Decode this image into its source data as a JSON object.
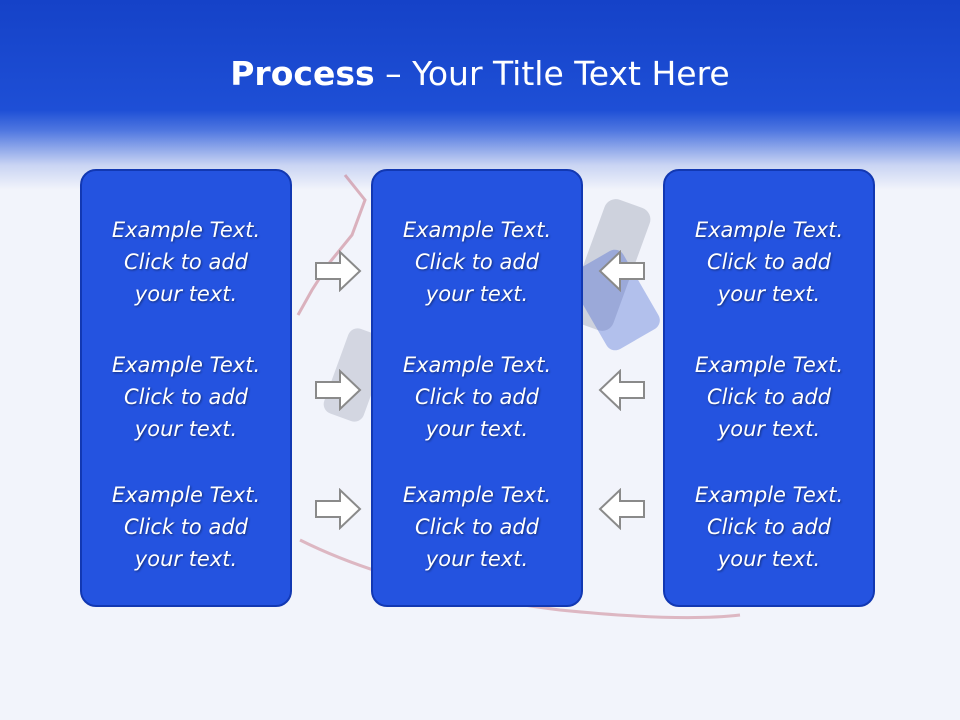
{
  "slide": {
    "title_bold": "Process",
    "title_dash": " – ",
    "title_rest": "Your Title Text Here"
  },
  "columns": [
    {
      "items": [
        {
          "line1": "Example Text.",
          "line2": "Click  to add",
          "line3": "your text."
        },
        {
          "line1": "Example Text.",
          "line2": "Click  to add",
          "line3": "your text."
        },
        {
          "line1": "Example Text.",
          "line2": "Click  to add",
          "line3": "your text."
        }
      ]
    },
    {
      "items": [
        {
          "line1": "Example Text.",
          "line2": "Click  to add",
          "line3": "your text."
        },
        {
          "line1": "Example Text.",
          "line2": "Click  to add",
          "line3": "your text."
        },
        {
          "line1": "Example Text.",
          "line2": "Click  to add",
          "line3": "your text."
        }
      ]
    },
    {
      "items": [
        {
          "line1": "Example Text.",
          "line2": "Click  to add",
          "line3": "your text."
        },
        {
          "line1": "Example Text.",
          "line2": "Click  to add",
          "line3": "your text."
        },
        {
          "line1": "Example Text.",
          "line2": "Click  to add",
          "line3": "your text."
        }
      ]
    }
  ],
  "arrows": {
    "left_group": "right-arrow-icon",
    "right_group": "left-arrow-icon"
  },
  "colors": {
    "header": "#1e4fd6",
    "box_fill": "#2453e0",
    "box_border": "#1238b2",
    "text": "#ffffff",
    "arrow_fill": "#ffffff",
    "arrow_stroke": "#8a8a8a"
  }
}
